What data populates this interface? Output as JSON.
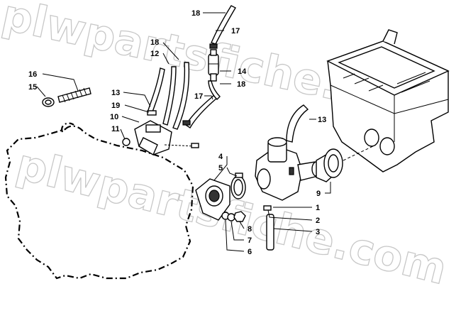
{
  "watermark": "plwpartsfiche.com",
  "callouts": [
    {
      "id": "1",
      "label": "1"
    },
    {
      "id": "2",
      "label": "2"
    },
    {
      "id": "3",
      "label": "3"
    },
    {
      "id": "4",
      "label": "4"
    },
    {
      "id": "5",
      "label": "5"
    },
    {
      "id": "6",
      "label": "6"
    },
    {
      "id": "7",
      "label": "7"
    },
    {
      "id": "8",
      "label": "8"
    },
    {
      "id": "9",
      "label": "9"
    },
    {
      "id": "10",
      "label": "10"
    },
    {
      "id": "11",
      "label": "11"
    },
    {
      "id": "12",
      "label": "12"
    },
    {
      "id": "13a",
      "label": "13"
    },
    {
      "id": "13b",
      "label": "13"
    },
    {
      "id": "14",
      "label": "14"
    },
    {
      "id": "15",
      "label": "15"
    },
    {
      "id": "16",
      "label": "16"
    },
    {
      "id": "17a",
      "label": "17"
    },
    {
      "id": "17b",
      "label": "17"
    },
    {
      "id": "18a",
      "label": "18"
    },
    {
      "id": "18b",
      "label": "18"
    },
    {
      "id": "18c",
      "label": "18"
    },
    {
      "id": "19",
      "label": "19"
    }
  ]
}
